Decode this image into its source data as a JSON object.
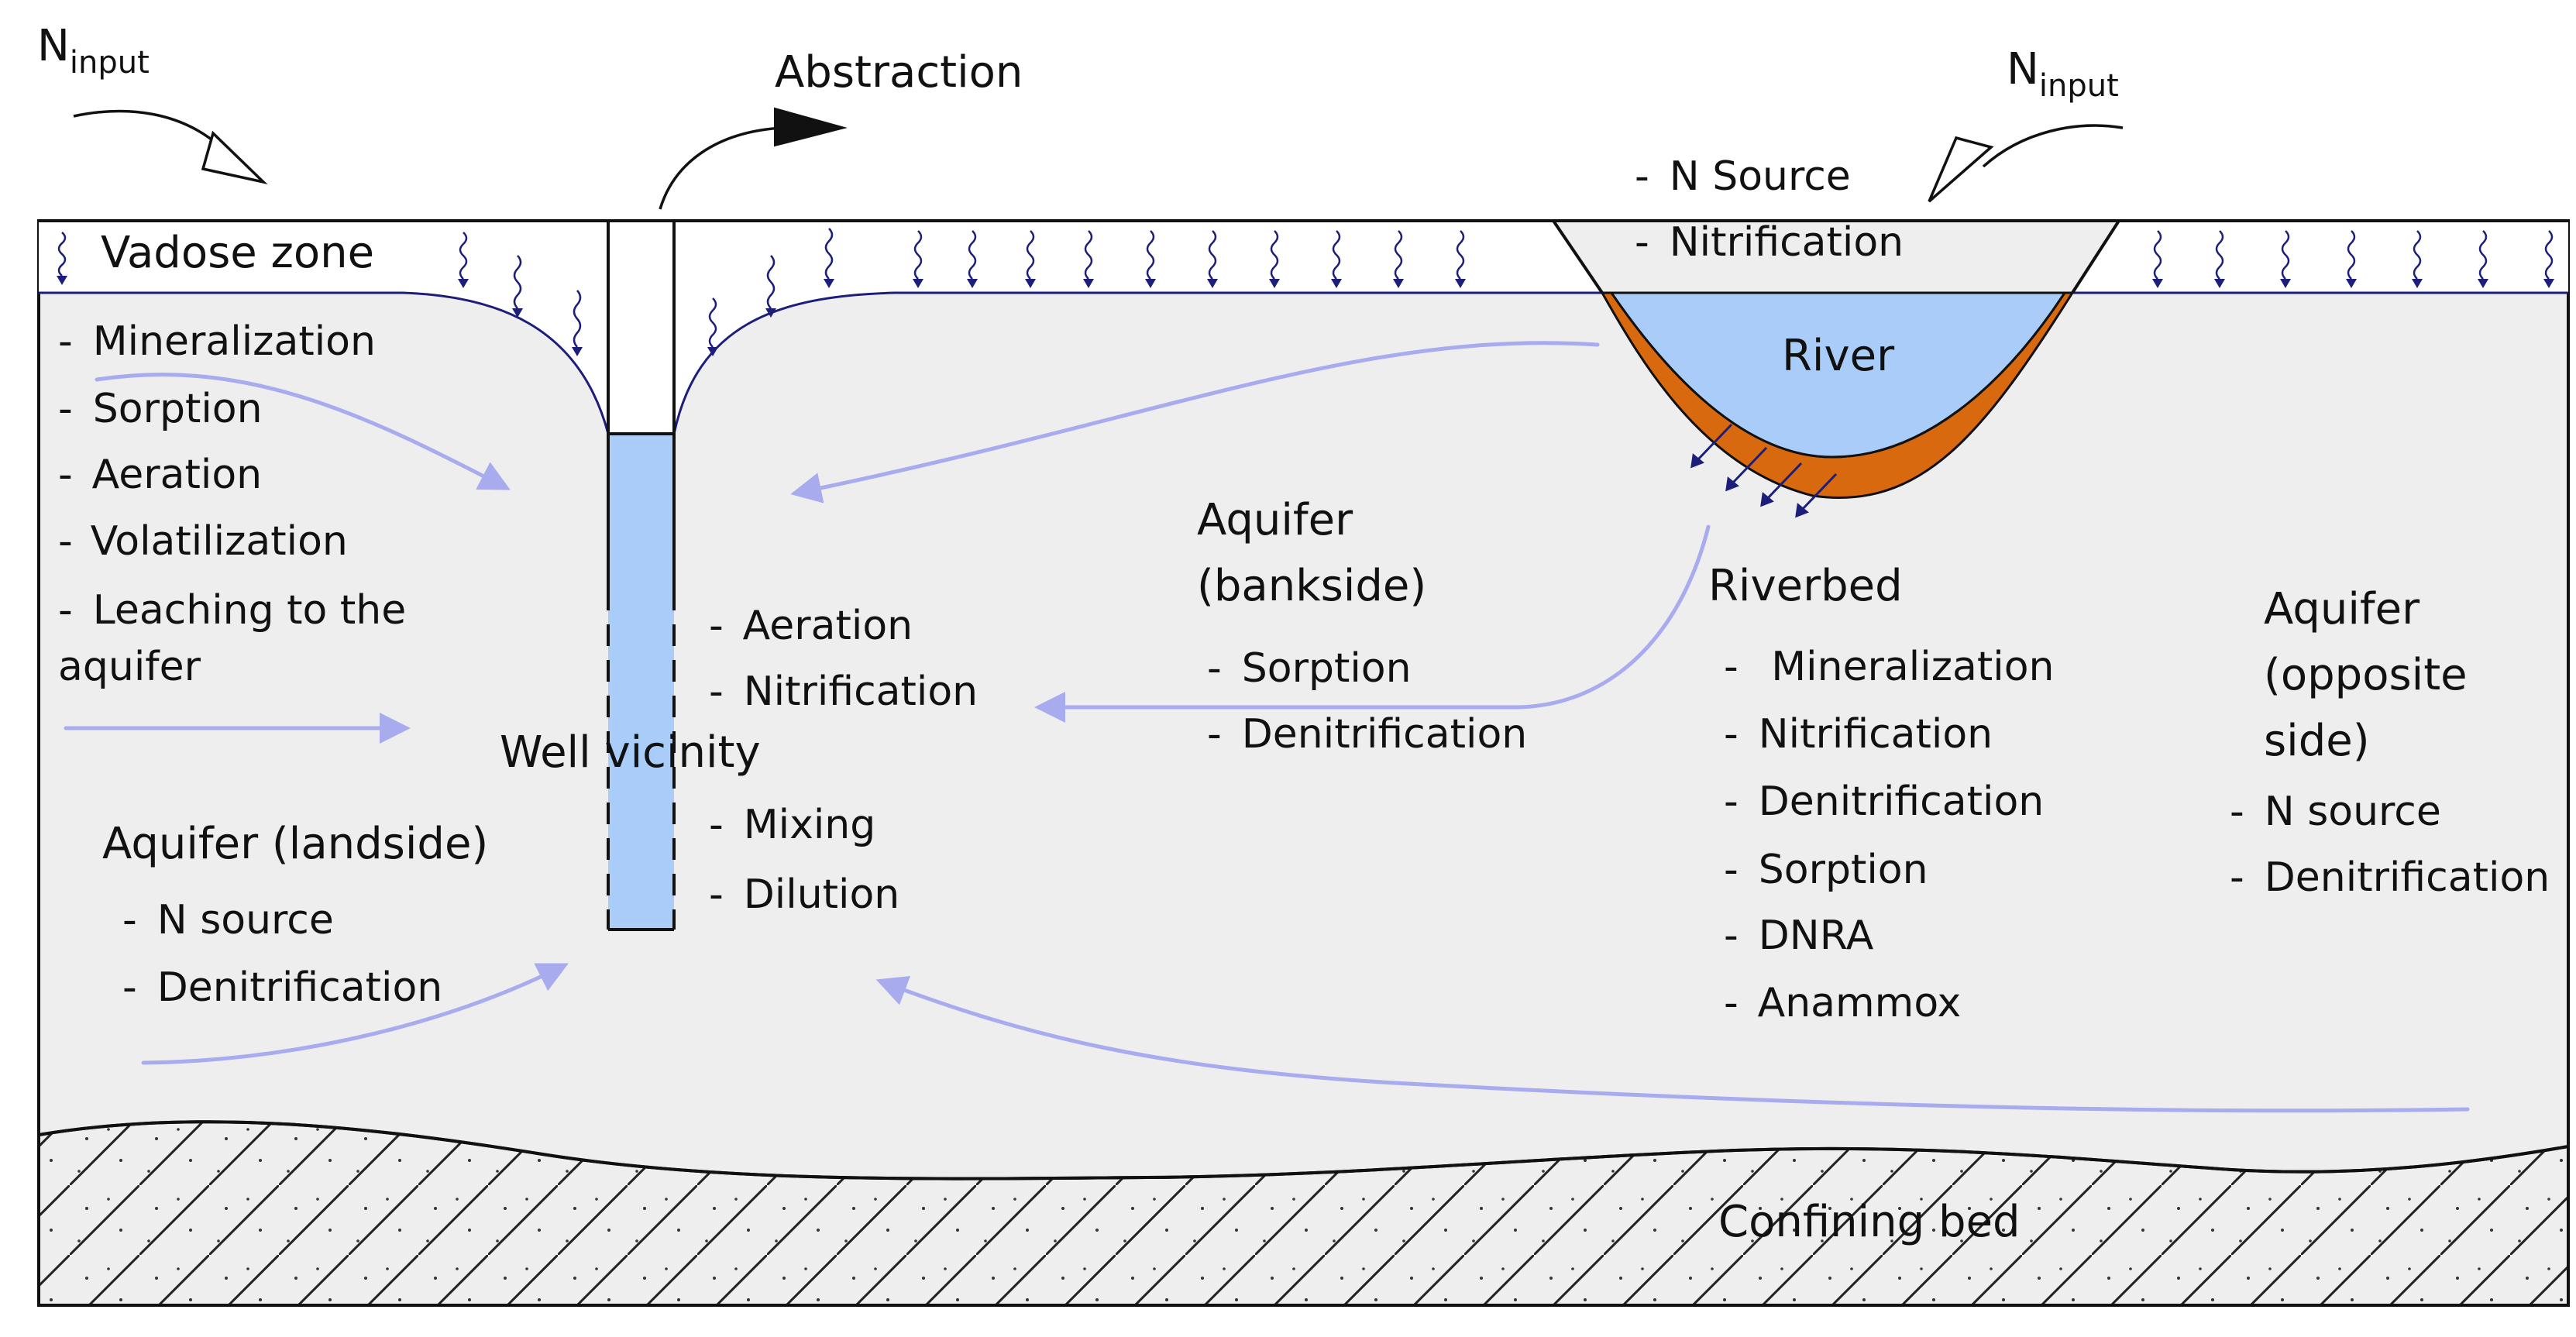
{
  "colors": {
    "aquifer_fill": "#eeeeee",
    "water": "#a9cdf8",
    "riverbed": "#d8690e",
    "flow_arrow": "#a8abee",
    "boundary_line": "#1c1e7a",
    "outline": "#111111"
  },
  "n_input_left": {
    "main": "N",
    "sub": "input"
  },
  "n_input_right": {
    "main": "N",
    "sub": "input"
  },
  "abstraction": "Abstraction",
  "river_source": {
    "items": [
      "N Source",
      "Nitrification"
    ]
  },
  "vadose": {
    "title": "Vadose zone",
    "items": [
      "Mineralization",
      "Sorption",
      "Aeration",
      "Volatilization",
      "Leaching to the"
    ],
    "continuation": "aquifer"
  },
  "river_label": "River",
  "well": {
    "title": "Well vicinity",
    "items_top": [
      "Aeration",
      "Nitrification"
    ],
    "items_bottom": [
      "Mixing",
      "Dilution"
    ]
  },
  "aquifer_bankside": {
    "title_lines": [
      "Aquifer",
      "(bankside)"
    ],
    "items": [
      "Sorption",
      "Denitrification"
    ]
  },
  "riverbed": {
    "title": "Riverbed",
    "items": [
      " Mineralization",
      "Nitrification",
      "Denitrification",
      "Sorption",
      "DNRA",
      "Anammox"
    ]
  },
  "aquifer_opposite": {
    "title_lines": [
      "Aquifer",
      "(opposite",
      "side)"
    ],
    "items": [
      "N source",
      "Denitrification"
    ]
  },
  "aquifer_landside": {
    "title": "Aquifer (landside)",
    "items": [
      "N source",
      "Denitrification"
    ]
  },
  "confining_bed": "Confining bed",
  "bullet": "-"
}
